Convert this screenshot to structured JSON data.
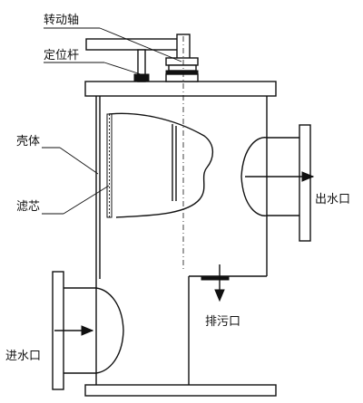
{
  "labels": {
    "shaft": "转动轴",
    "positioning_rod": "定位杆",
    "housing": "壳体",
    "filter_element": "滤芯",
    "water_outlet": "出水口",
    "water_inlet": "进水口",
    "drain_outlet": "排污口"
  }
}
